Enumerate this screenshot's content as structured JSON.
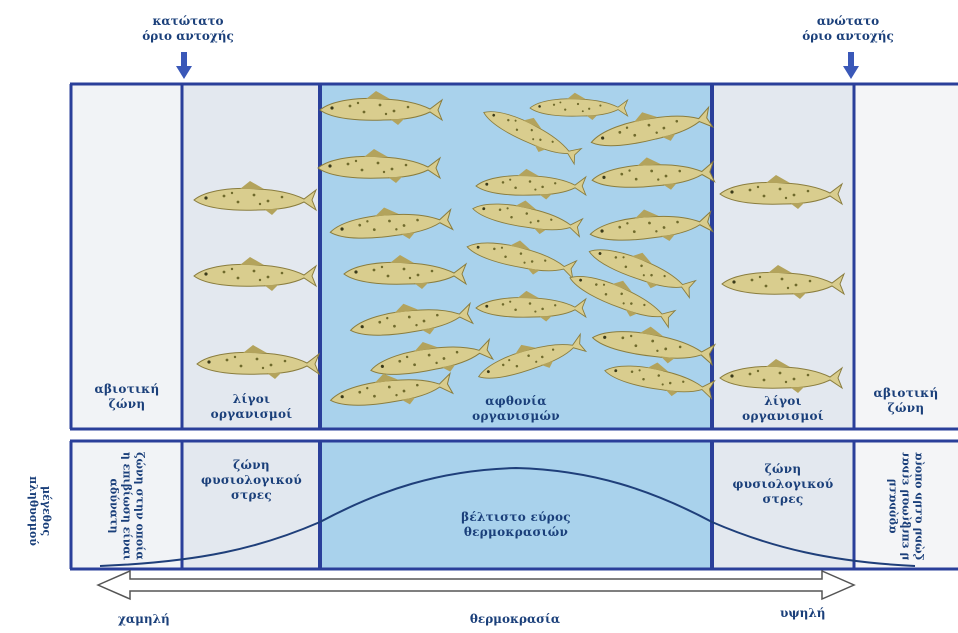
{
  "limits": {
    "lower": [
      "κατώτατο",
      "όριο αντοχής"
    ],
    "upper": [
      "ανώτατο",
      "όριο αντοχής"
    ]
  },
  "top_zones": {
    "abiotic_left": [
      "αβιοτική",
      "ζώνη"
    ],
    "few_left": [
      "λίγοι",
      "οργανισμοί"
    ],
    "abundance": [
      "αφθονία",
      "οργανισμών"
    ],
    "few_right": [
      "λίγοι",
      "οργανισμοί"
    ],
    "abiotic_right": [
      "αβιοτική",
      "ζώνη"
    ]
  },
  "bottom_zones": {
    "intolerance_left": [
      "ζώνη στην οποία",
      "η επιβίωση είναι",
      "αδύνατη"
    ],
    "stress_left": [
      "ζώνη",
      "φυσιολογικού",
      "στρες"
    ],
    "optimal": [
      "βέλτιστο εύρος",
      "θερμοκρασιών"
    ],
    "stress_right": [
      "ζώνη",
      "φυσιολογικού",
      "στρες"
    ],
    "intolerance_right": [
      "ζώνη στην οποία",
      "η επιβίωση είναι",
      "αδύνατη"
    ]
  },
  "y_axis_label": [
    "μέγεθος",
    "πληθυσμού"
  ],
  "x_axis": {
    "low": "χαμηλή",
    "title": "θερμοκρασία",
    "high": "υψηλή"
  },
  "colors": {
    "border": "#2a3f9a",
    "abiotic_fill": "#f1f3f6",
    "stress_fill": "#e3e8ef",
    "optimal_fill": "#a9d2ec",
    "fish_body": "#d9cd8e",
    "fish_spots": "#6f6a2c",
    "curve": "#1f3f7a"
  }
}
